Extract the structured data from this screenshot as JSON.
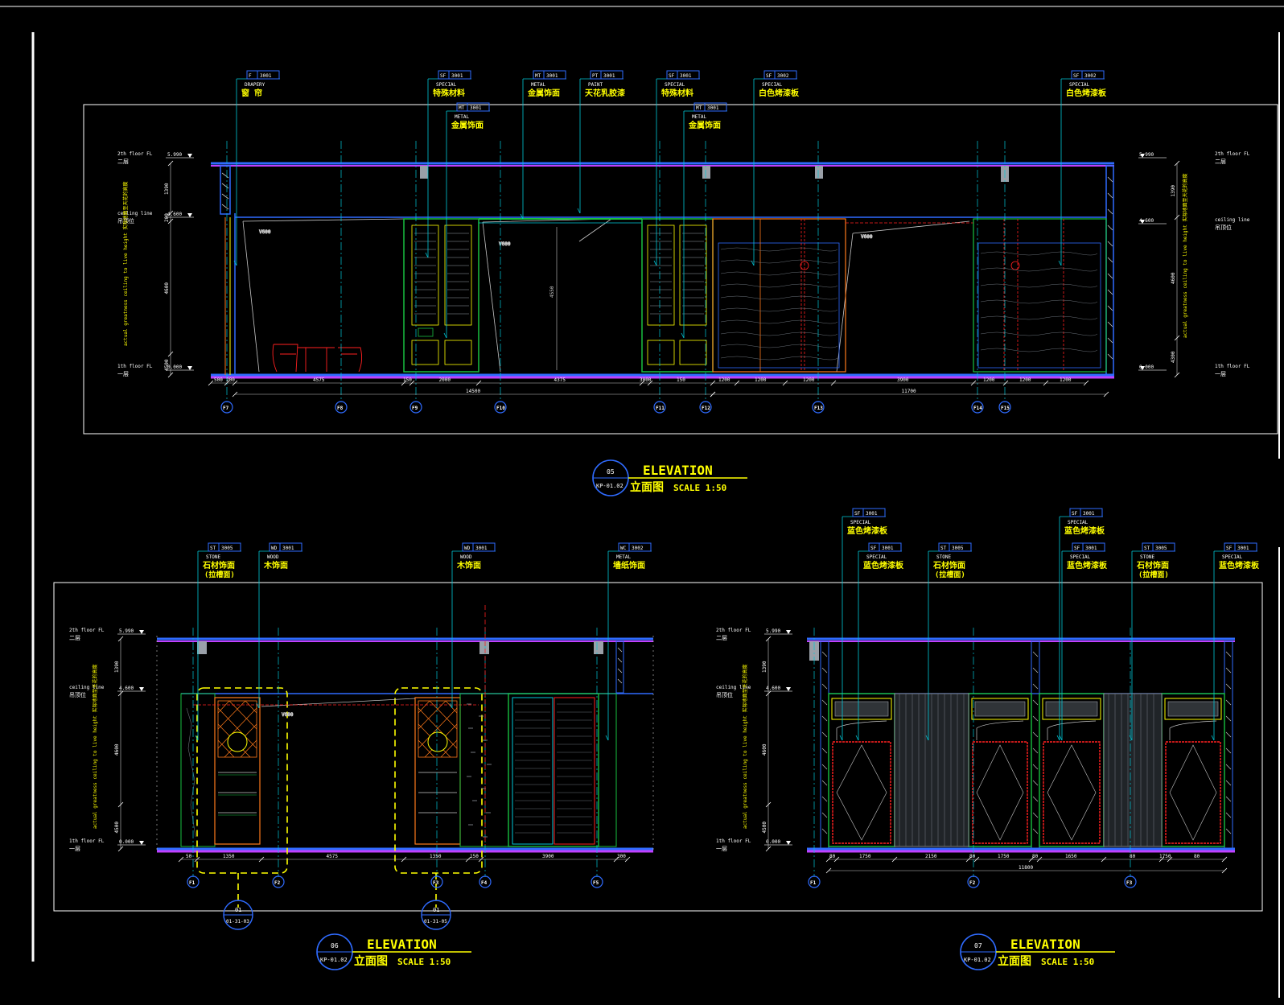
{
  "colors": {
    "background": "#000000",
    "frame": "#ffffff",
    "floor": "#c040ff",
    "blue": "#2f6bff",
    "cyan": "#00c8d8",
    "green": "#18c040",
    "yellow": "#ffff00",
    "red": "#ff2020",
    "orange": "#ff7a1a",
    "grey": "#9aa0a8",
    "dim": "#c8c8c8"
  },
  "elevation_05": {
    "tags": [
      {
        "code": "F",
        "num": "3001",
        "en": "DRAPERY",
        "cn": "窗 帘"
      },
      {
        "code": "SF",
        "num": "3001",
        "en": "SPECIAL",
        "cn": "特殊材料"
      },
      {
        "code": "MT",
        "num": "3001",
        "en": "METAL",
        "cn": "金属饰面"
      },
      {
        "code": "PT",
        "num": "3001",
        "en": "PAINT",
        "cn": "天花乳胶漆"
      },
      {
        "code": "SF",
        "num": "3001",
        "en": "SPECIAL",
        "cn": "特殊材料"
      },
      {
        "code": "SF",
        "num": "3002",
        "en": "SPECIAL",
        "cn": "白色烤漆板"
      },
      {
        "code": "SF",
        "num": "3002",
        "en": "SPECIAL",
        "cn": "白色烤漆板"
      },
      {
        "code": "MT",
        "num": "3001",
        "en": "METAL",
        "cn": "金属饰面"
      },
      {
        "code": "MT",
        "num": "3001",
        "en": "METAL",
        "cn": "金属饰面"
      }
    ],
    "levels_left": [
      {
        "en": "2th floor FL",
        "cn": "二层",
        "val": "5.990"
      },
      {
        "en": "ceiling line",
        "cn": "吊顶位",
        "val": "4.600"
      },
      {
        "en": "1th floor FL",
        "cn": "一层",
        "val": "0.000"
      }
    ],
    "levels_right": [
      {
        "en": "2th floor FL",
        "cn": "二层",
        "val": "5.990"
      },
      {
        "en": "ceiling line",
        "cn": "吊顶位",
        "val": "4.600"
      },
      {
        "en": "1th floor FL",
        "cn": "一层",
        "val": "0.000"
      }
    ],
    "vertical_note": "actual greatness ceiling to live height 实际地面至天花的高度",
    "dims_left": [
      "1390",
      "200",
      "4600",
      "4500"
    ],
    "dims_right": [
      "1390",
      "4600",
      "4300"
    ],
    "dims_bottom": [
      "500",
      "200",
      "4575",
      "150",
      "2000",
      "4375",
      "3000",
      "150",
      "1200",
      "1200",
      "1200",
      "3900",
      "1200",
      "1200",
      "1200"
    ],
    "dims_total": [
      "14500",
      "11700"
    ],
    "grids": [
      "F7",
      "F8",
      "F9",
      "F10",
      "F11",
      "F12",
      "F13",
      "F14",
      "F15"
    ],
    "title_num": "05",
    "title_ref": "KP-01.02",
    "title_en": "ELEVATION",
    "title_cn": "立面图",
    "title_scale": "SCALE  1:50"
  },
  "elevation_06": {
    "tags": [
      {
        "code": "ST",
        "num": "3005",
        "en": "STONE",
        "cn": "石材饰面",
        "cn2": "(拉槽面)"
      },
      {
        "code": "WD",
        "num": "3001",
        "en": "WOOD",
        "cn": "木饰面"
      },
      {
        "code": "WD",
        "num": "3001",
        "en": "WOOD",
        "cn": "木饰面"
      },
      {
        "code": "WC",
        "num": "3002",
        "en": "METAL",
        "cn": "墙纸饰面"
      }
    ],
    "levels": [
      {
        "en": "2th floor FL",
        "cn": "二层",
        "val": "5.990"
      },
      {
        "en": "ceiling line",
        "cn": "吊顶位",
        "val": "4.600"
      },
      {
        "en": "1th floor FL",
        "cn": "一层",
        "val": "0.000"
      }
    ],
    "dims_bottom": [
      "50",
      "1350",
      "4575",
      "1350",
      "150",
      "3900",
      "300"
    ],
    "grids": [
      "F1",
      "F2",
      "F3",
      "F4",
      "F5"
    ],
    "section_refs": [
      {
        "num": "01",
        "ref": "01-31-03"
      },
      {
        "num": "01",
        "ref": "01-31-05"
      }
    ],
    "title_num": "06",
    "title_ref": "KP-01.02",
    "title_en": "ELEVATION",
    "title_cn": "立面图",
    "title_scale": "SCALE  1:50"
  },
  "elevation_07": {
    "tags": [
      {
        "code": "SF",
        "num": "3001",
        "en": "SPECIAL",
        "cn": "蓝色烤漆板"
      },
      {
        "code": "SF",
        "num": "3001",
        "en": "SPECIAL",
        "cn": "蓝色烤漆板"
      },
      {
        "code": "SF",
        "num": "3001",
        "en": "SPECIAL",
        "cn": "蓝色烤漆板"
      },
      {
        "code": "ST",
        "num": "3005",
        "en": "STONE",
        "cn": "石材饰面",
        "cn2": "(拉槽面)"
      },
      {
        "code": "SF",
        "num": "3001",
        "en": "SPECIAL",
        "cn": "蓝色烤漆板"
      },
      {
        "code": "ST",
        "num": "3005",
        "en": "STONE",
        "cn": "石材饰面",
        "cn2": "(拉槽面)"
      },
      {
        "code": "SF",
        "num": "3001",
        "en": "SPECIAL",
        "cn": "蓝色烤漆板"
      }
    ],
    "levels": [
      {
        "en": "2th floor FL",
        "cn": "二层",
        "val": "5.990"
      },
      {
        "en": "ceiling line",
        "cn": "吊顶位",
        "val": "4.600"
      },
      {
        "en": "1th floor FL",
        "cn": "一层",
        "val": "0.000"
      }
    ],
    "dims_bottom": [
      "80",
      "1750",
      "2150",
      "80",
      "1750",
      "80",
      "1650",
      "80",
      "1750",
      "80"
    ],
    "dims_total": "11800",
    "grids": [
      "F1",
      "F2",
      "F3"
    ],
    "title_num": "07",
    "title_ref": "KP-01.02",
    "title_en": "ELEVATION",
    "title_cn": "立面图",
    "title_scale": "SCALE  1:50"
  }
}
